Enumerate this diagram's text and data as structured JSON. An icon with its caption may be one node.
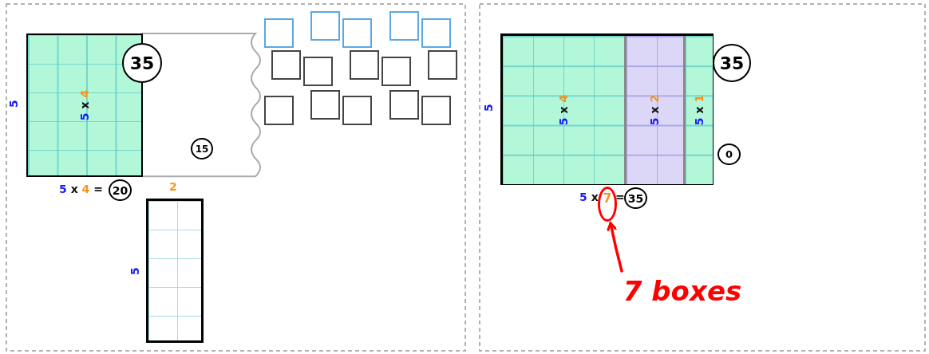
{
  "diagram": {
    "nodes": [
      {
        "text": [
          "5 x 4"
        ],
        "beside": [
          "5"
        ]
      },
      {
        "text": [
          "35"
        ]
      },
      {
        "text": [
          "15"
        ]
      },
      {
        "text": [
          "20"
        ]
      },
      {
        "text": [],
        "shape": "box",
        "beside": [
          "2",
          "5"
        ]
      },
      {
        "text": [],
        "shape": "box",
        "beside": [
          "5"
        ]
      },
      {
        "text": [
          "5 x 4"
        ],
        "in": 5
      },
      {
        "text": [
          "5 x 2"
        ],
        "in": 5
      },
      {
        "text": [
          "5 x 1"
        ],
        "in": 5
      },
      {
        "text": [
          "35"
        ]
      },
      {
        "text": [
          "0"
        ]
      },
      {
        "text": [
          "35"
        ]
      },
      {
        "text": [
          "7"
        ]
      },
      {
        "text": [
          "7 boxes"
        ]
      }
    ],
    "edges": [
      {
        "from": 13,
        "to": 12,
        "arrow": "to"
      }
    ],
    "labels": [
      "5 x 4 =",
      "5 x",
      "="
    ]
  }
}
